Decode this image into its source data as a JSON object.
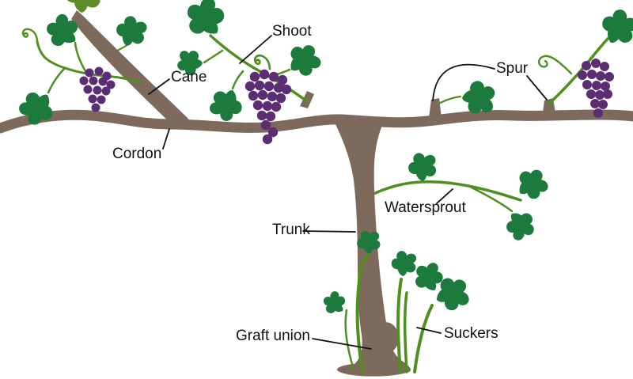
{
  "labels": {
    "shoot": "Shoot",
    "cane": "Cane",
    "cordon": "Cordon",
    "spur": "Spur",
    "watersprout": "Watersprout",
    "trunk": "Trunk",
    "graft_union": "Graft union",
    "suckers": "Suckers"
  },
  "colors": {
    "background": "#ffffff",
    "wood": "#7e6a5d",
    "leaf_green": "#1b7a3c",
    "olive_green": "#5d8c28",
    "stem_green": "#4f8f1d",
    "grape_purple": "#5c2d72",
    "label_color": "#111111"
  }
}
